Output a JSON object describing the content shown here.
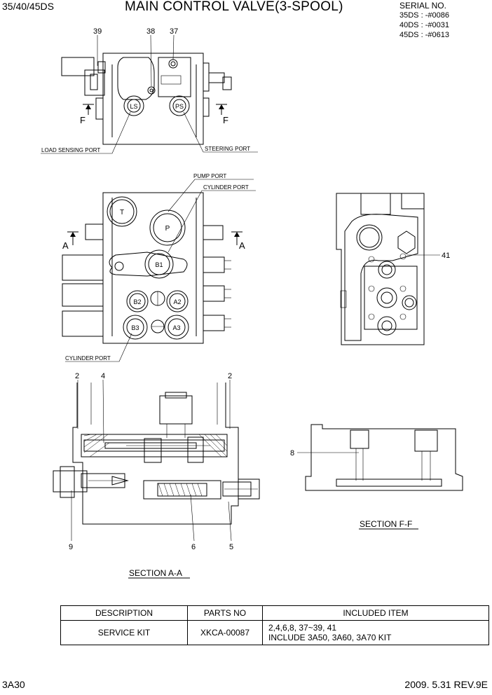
{
  "header": {
    "model": "35/40/45DS",
    "title": "MAIN CONTROL VALVE(3-SPOOL)",
    "serial_title": "SERIAL NO.",
    "serial_lines": [
      "35DS : -#0086",
      "40DS : -#0031",
      "45DS : -#0613"
    ]
  },
  "callouts": {
    "n39": "39",
    "n38": "38",
    "n37": "37",
    "n41": "41",
    "n2a": "2",
    "n4": "4",
    "n2b": "2",
    "n8": "8",
    "n9": "9",
    "n6": "6",
    "n5": "5"
  },
  "section_marks": {
    "f": "F",
    "a": "A"
  },
  "port_labels": {
    "load_sensing": "LOAD SENSING PORT",
    "steering": "STEERING PORT",
    "pump": "PUMP PORT",
    "cylinder_top": "CYLINDER PORT",
    "cylinder_bottom": "CYLINDER PORT"
  },
  "port_codes": {
    "ls": "LS",
    "ps": "PS",
    "t": "T",
    "p": "P",
    "b1": "B1",
    "b2": "B2",
    "a2": "A2",
    "b3": "B3",
    "a3": "A3"
  },
  "section_titles": {
    "aa": "SECTION A-A",
    "ff": "SECTION F-F"
  },
  "parts_table": {
    "headers": [
      "DESCRIPTION",
      "PARTS NO",
      "INCLUDED ITEM"
    ],
    "row": {
      "description": "SERVICE KIT",
      "parts_no": "XKCA-00087",
      "included_lines": [
        "2,4,6,8, 37~39, 41",
        "INCLUDE 3A50, 3A60, 3A70 KIT"
      ]
    }
  },
  "footer": {
    "page": "3A30",
    "date_rev": "2009. 5.31  REV.9E"
  }
}
